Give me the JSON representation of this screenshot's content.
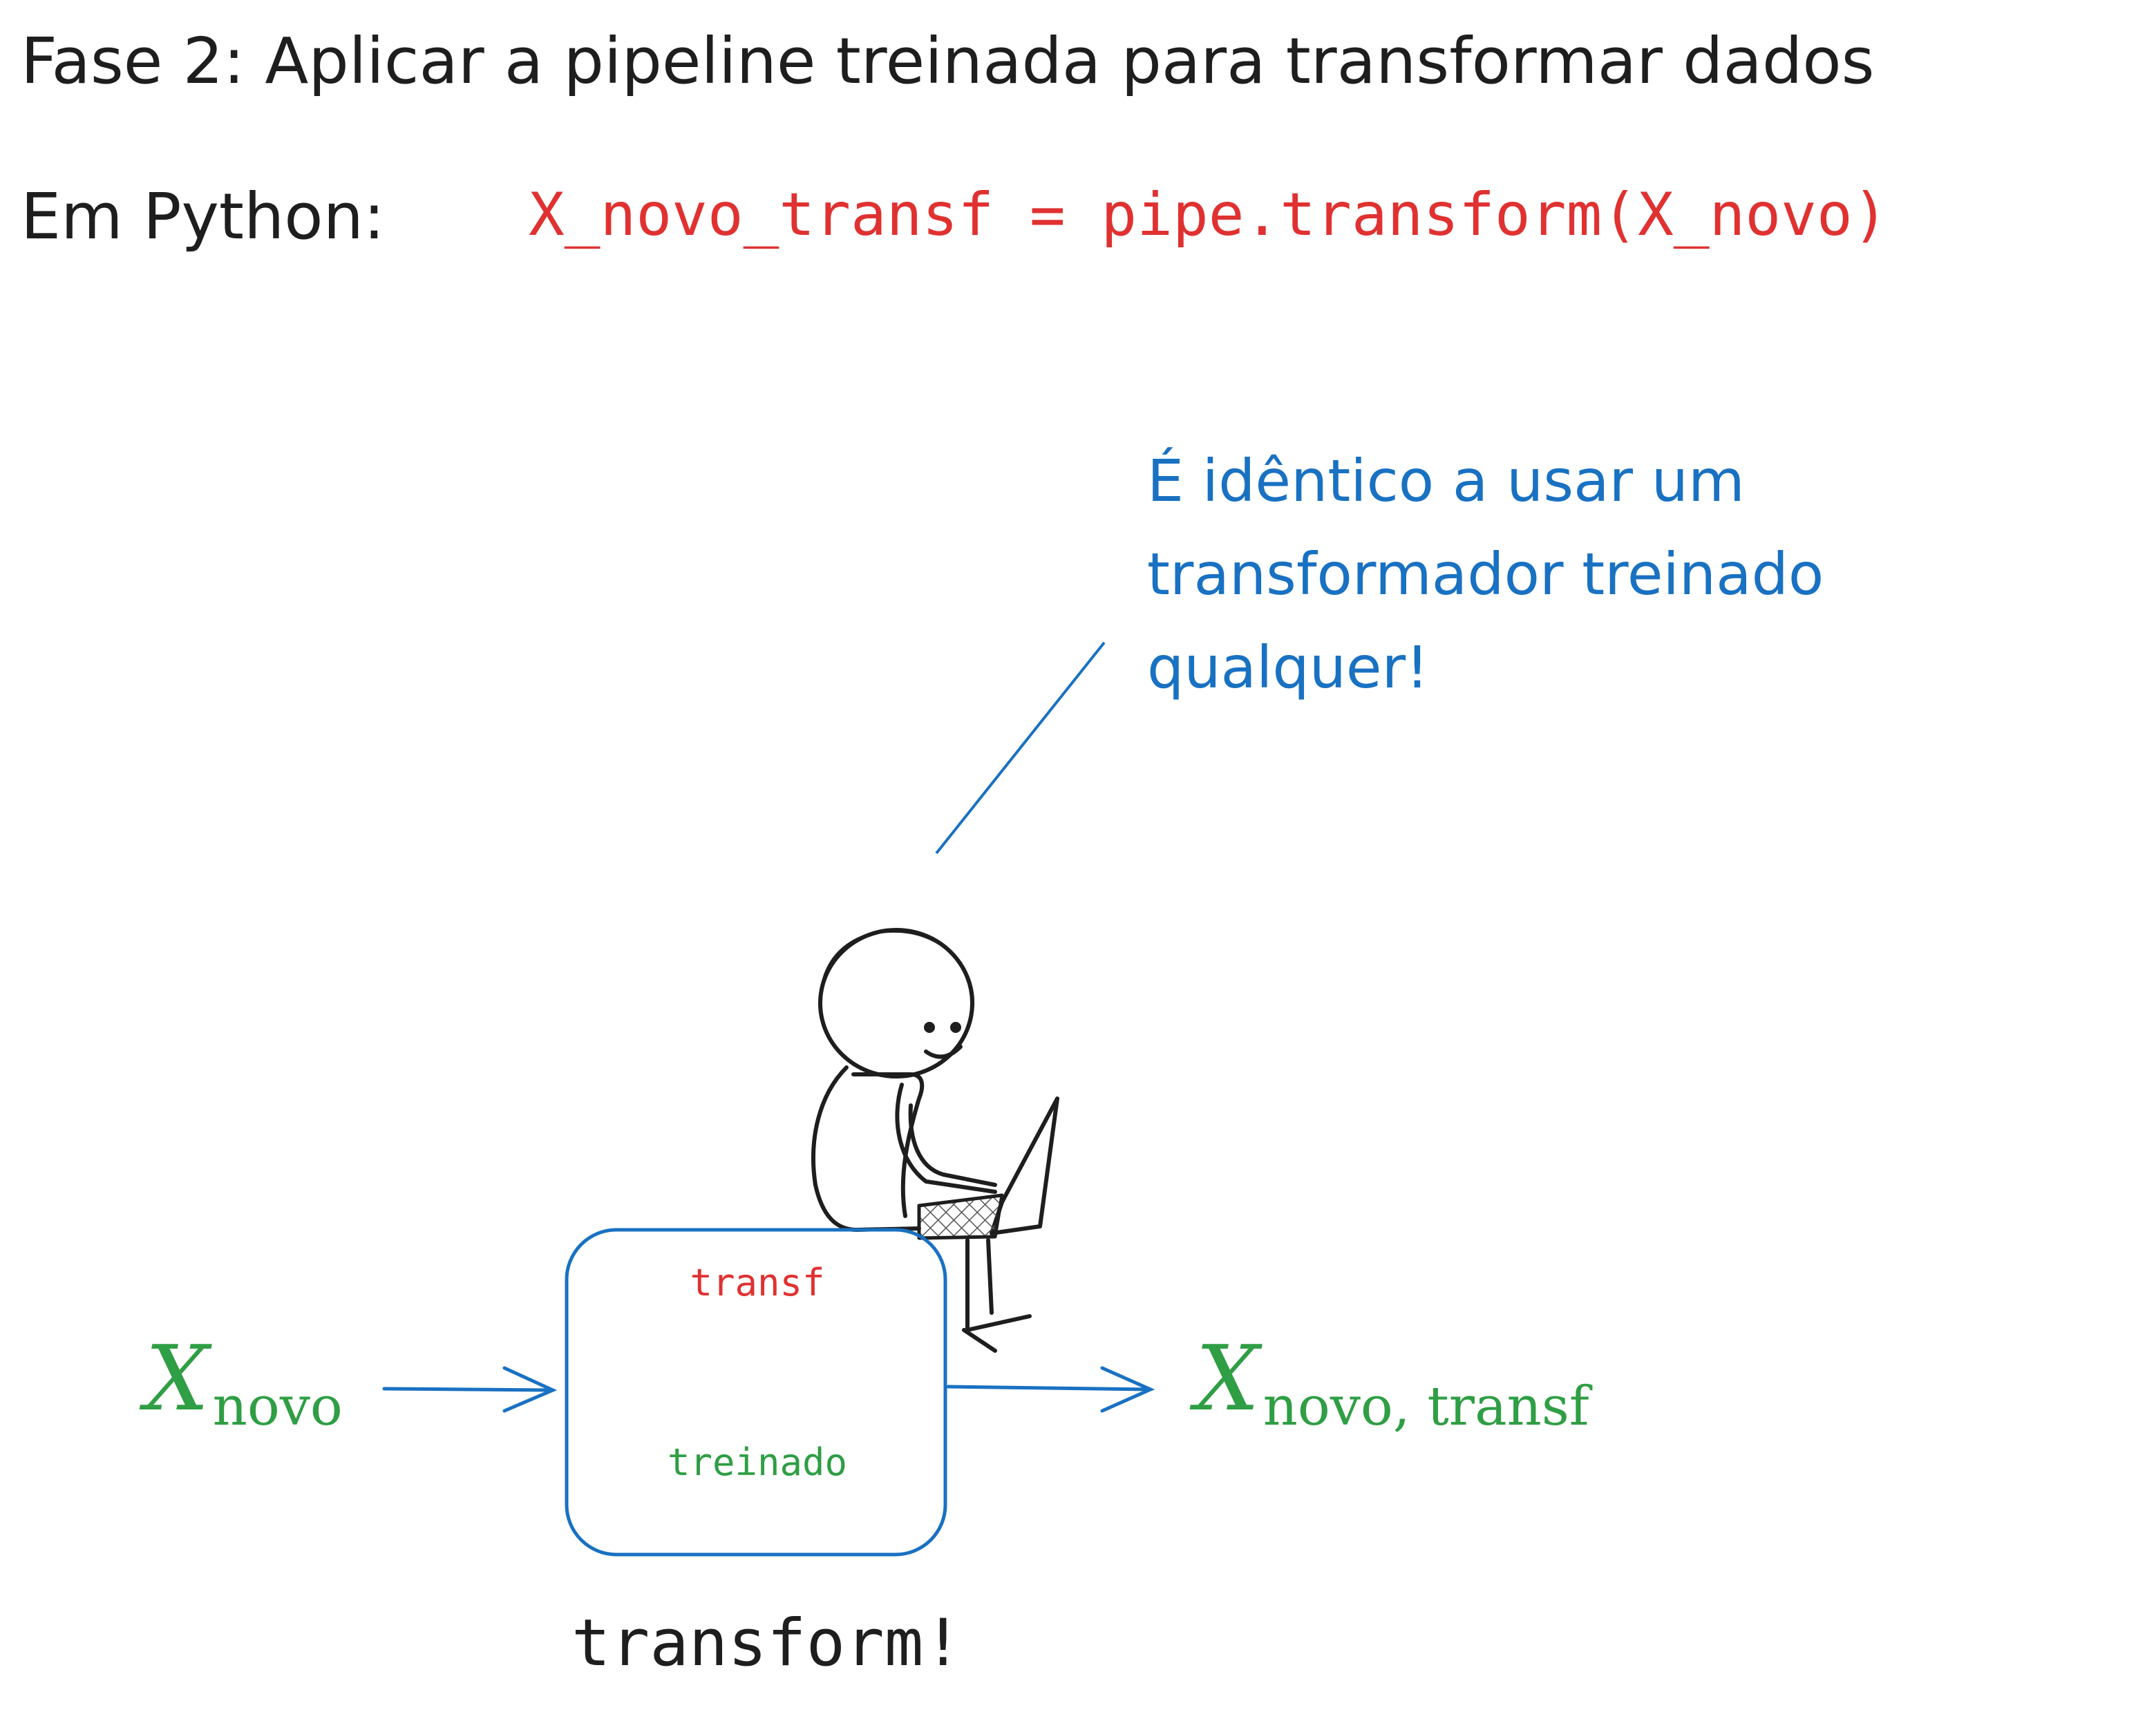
{
  "heading": {
    "title": "Fase 2: Aplicar a pipeline treinada para transformar dados",
    "python_label": "Em Python:",
    "python_code": "X_novo_transf = pipe.transform(X_novo)"
  },
  "speech": {
    "line1": "É idêntico a usar um",
    "line2": "transformador treinado",
    "line3": "qualquer!"
  },
  "input": {
    "symbol": "X",
    "subscript": "novo"
  },
  "output": {
    "symbol": "X",
    "subscript": "novo, transf"
  },
  "box": {
    "top_label": "transf",
    "bottom_label": "treinado"
  },
  "caption": "transform!",
  "colors": {
    "ink": "#1e1e1e",
    "code_red": "#e03131",
    "accent_blue": "#1971c2",
    "math_green": "#2f9e44"
  }
}
